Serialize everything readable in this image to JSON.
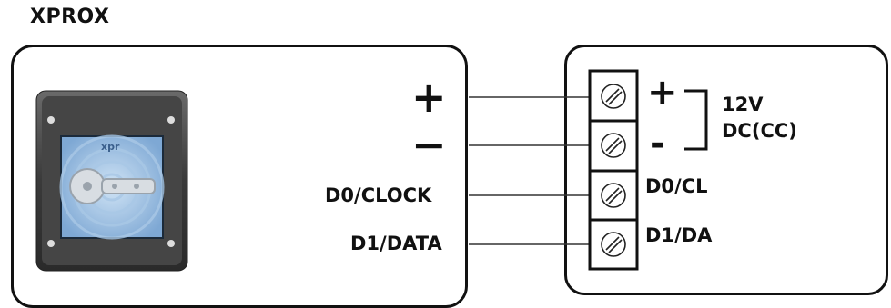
{
  "title": "XPROX",
  "reader": {
    "logo_text": "xpr"
  },
  "left_terminals": {
    "plus": "+",
    "minus": "−",
    "d0": "D0/CLOCK",
    "d1": "D1/DATA"
  },
  "right_terminals": {
    "plus": "+",
    "minus": "-",
    "d0": "D0/CL",
    "d1": "D1/DA"
  },
  "power": {
    "voltage": "12V",
    "type": "DC(CC)"
  }
}
